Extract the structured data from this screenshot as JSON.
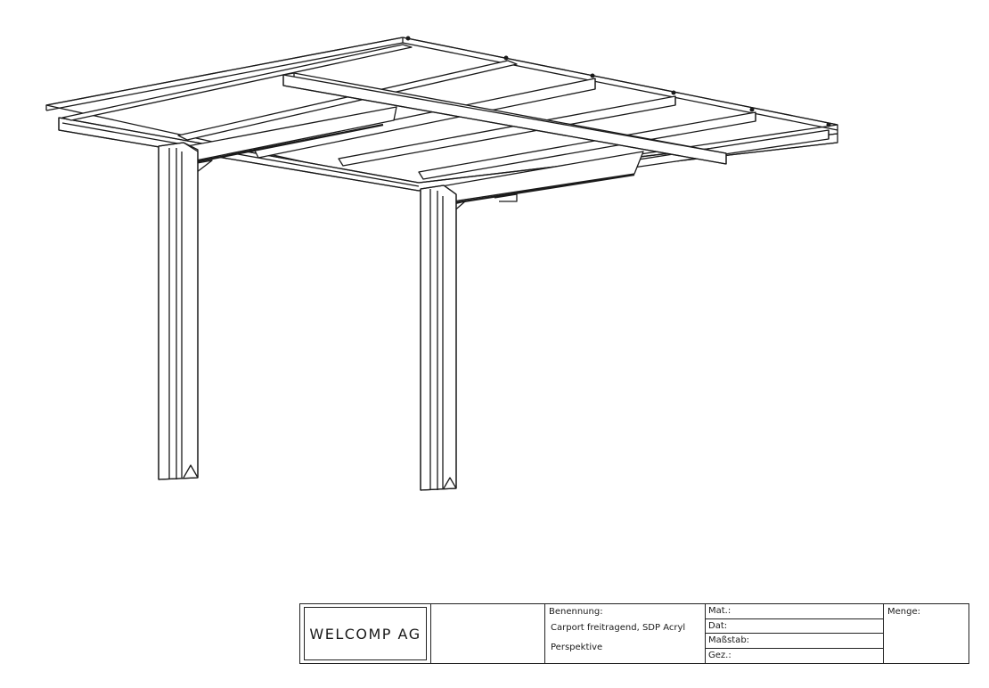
{
  "title_block": {
    "company": "WELCOMP AG",
    "benennung_label": "Benennung:",
    "description": "Carport freitragend, SDP Acryl",
    "view": "Perspektive",
    "mat_label": "Mat.:",
    "dat_label": "Dat:",
    "massstab_label": "Maßstab:",
    "gez_label": "Gez.:",
    "menge_label": "Menge:"
  },
  "drawing": {
    "subject": "carport-freestanding-perspective",
    "line_color": "#1a1a1a",
    "background": "#ffffff"
  }
}
